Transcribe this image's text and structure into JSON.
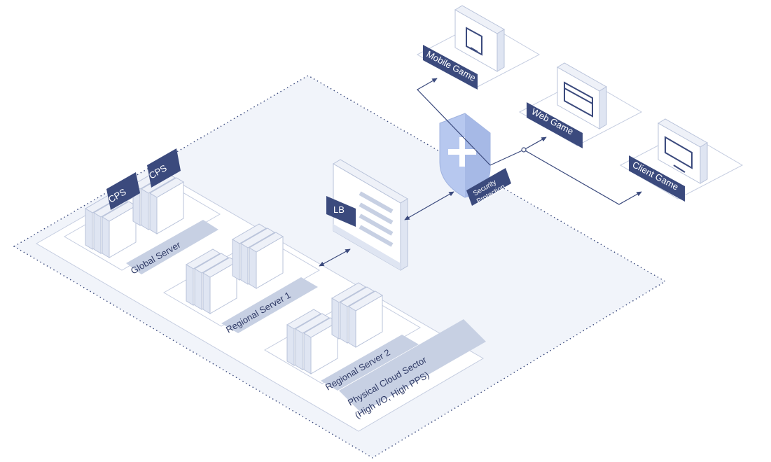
{
  "diagram": {
    "title": "",
    "colors": {
      "background": "#ffffff",
      "label_fill": "#3b4a7d",
      "label_text": "#ffffff",
      "platform_fill": "#f1f4fa",
      "platform_stroke": "#c5cde0",
      "dotted_border": "#3b4a7d",
      "connector": "#3b4a7d",
      "shield": "#b7c8ef",
      "server_face": "#ffffff",
      "server_side": "#dfe5f2",
      "sector_label_fill": "#c7d0e3",
      "sector_label_text": "#2f3a66"
    },
    "nodes": {
      "cps_a": "CPS",
      "cps_b": "CPS",
      "global_server": "Global Server",
      "regional_server_1": "Regional Server 1",
      "regional_server_2": "Regional Server 2",
      "physical_cloud_line1": "Physical Cloud Sector",
      "physical_cloud_line2": "(High I/O, High PPS)",
      "lb": "LB",
      "security_line1": "Security",
      "security_line2": "Protection",
      "mobile_game": "Mobile Game",
      "web_game": "Web Game",
      "client_game": "Client Game"
    },
    "icons": [
      "server-block-icon",
      "load-balancer-icon",
      "shield-plus-icon",
      "mobile-phone-icon",
      "browser-window-icon",
      "monitor-icon"
    ]
  }
}
